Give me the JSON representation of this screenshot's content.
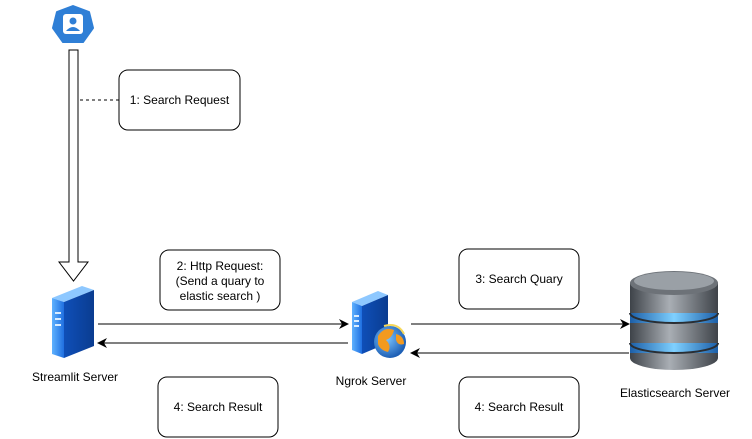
{
  "nodes": {
    "user": {
      "icon": "user-icon"
    },
    "streamlit": {
      "label": "Streamlit Server",
      "icon": "server-icon"
    },
    "ngrok": {
      "label": "Ngrok Server",
      "icon": "web-server-icon"
    },
    "elastic": {
      "label": "Elasticsearch Server",
      "icon": "database-icon"
    }
  },
  "steps": {
    "search_request": "1: Search Request",
    "http_request": [
      "2: Http Request:",
      "(Send a quary to",
      "elastic search )"
    ],
    "search_quary": "3: Search Quary",
    "search_result_left": "4: Search Result",
    "search_result_right": "4: Search Result"
  },
  "colors": {
    "user_badge": "#2f7fd6",
    "server_blue": "#1a5fd0",
    "db_gray": "#5a5f66",
    "db_band": "#3a9be0"
  }
}
